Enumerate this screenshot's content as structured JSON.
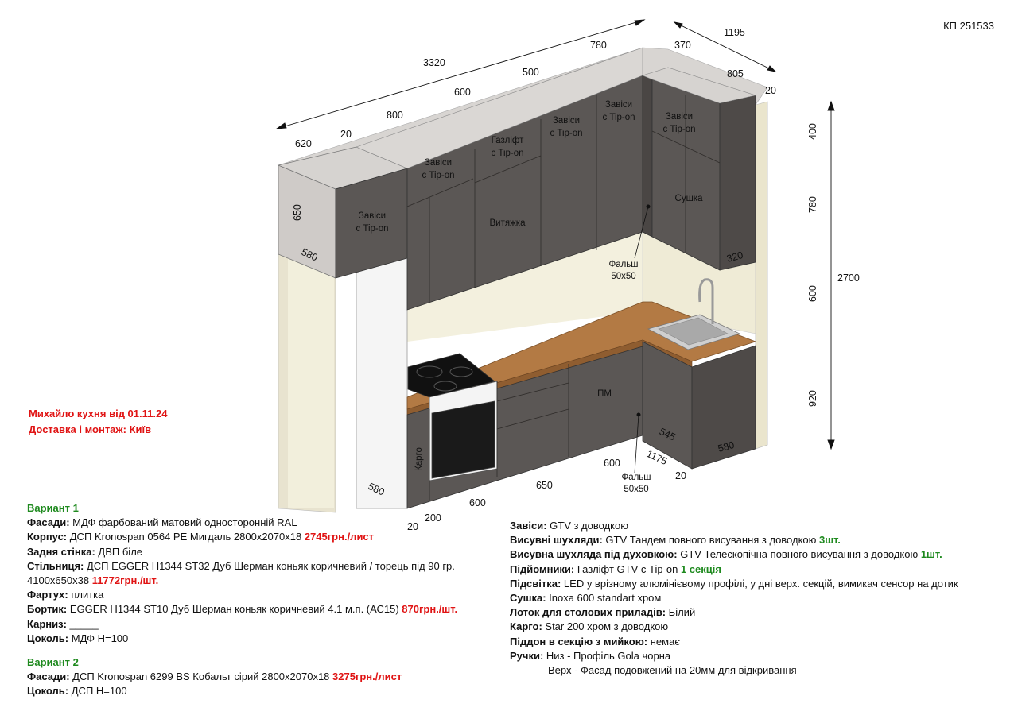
{
  "project_code": "КП 251533",
  "title": {
    "line1": "Михайло кухня від 01.11.24",
    "line2": "Доставка і монтаж: Київ"
  },
  "dimensions": {
    "d3320": "3320",
    "d780": "780",
    "d370": "370",
    "d1195": "1195",
    "d805": "805",
    "d20_top": "20",
    "d500": "500",
    "d600_top": "600",
    "d800": "800",
    "d20_left": "20",
    "d620": "620",
    "d650": "650",
    "d580_upper": "580",
    "d320": "320",
    "d400": "400",
    "d780_v": "780",
    "d600_v": "600",
    "d2700": "2700",
    "d920": "920",
    "d545": "545",
    "d1175": "1175",
    "d580_right": "580",
    "d600_bottom": "600",
    "d20_bottom_right": "20",
    "d650_bottom": "650",
    "d600_bottom2": "600",
    "d200": "200",
    "d20_bottom_left": "20",
    "d580_side": "580"
  },
  "labels": {
    "hinges1_a": "Завіси",
    "hinges1_b": "с Tip-on",
    "hinges2_a": "Завіси",
    "hinges2_b": "с Tip-on",
    "gas_a": "Газліфт",
    "gas_b": "с Tip-on",
    "hinges3_a": "Завіси",
    "hinges3_b": "с Tip-on",
    "hinges4_a": "Завіси",
    "hinges4_b": "с Tip-on",
    "hinges5_a": "Завіси",
    "hinges5_b": "с Tip-on",
    "hood": "Витяжка",
    "dryer": "Сушка",
    "filler_upper_a": "Фальш",
    "filler_upper_b": "50х50",
    "filler_lower_a": "Фальш",
    "filler_lower_b": "50х50",
    "dishwasher": "ПМ",
    "cargo": "Карго"
  },
  "variant1": {
    "header": "Вариант 1",
    "rows": [
      {
        "key": "Фасади:",
        "text": " МДФ фарбований матовий односторонній RAL",
        "price": ""
      },
      {
        "key": "Корпус:",
        "text": " ДСП Kronospan 0564 PE Мигдаль 2800х2070х18 ",
        "price": "2745грн./лист"
      },
      {
        "key": "Задня стінка:",
        "text": " ДВП біле",
        "price": ""
      },
      {
        "key": "Стільниця:",
        "text": " ДСП EGGER H1344 ST32 Дуб Шерман коньяк коричневий / торець під 90 гр.",
        "price": ""
      },
      {
        "key": "",
        "text": "4100х650х38 ",
        "price": "11772грн./шт."
      },
      {
        "key": "Фартух:",
        "text": " плитка",
        "price": ""
      },
      {
        "key": "Бортик:",
        "text": " EGGER H1344 ST10 Дуб Шерман коньяк коричневий 4.1 м.п. (АС15) ",
        "price": "870грн./шт."
      },
      {
        "key": "Карниз:",
        "text": " _____",
        "price": ""
      },
      {
        "key": "Цоколь:",
        "text": " МДФ Н=100",
        "price": ""
      }
    ]
  },
  "variant2": {
    "header": "Вариант 2",
    "rows": [
      {
        "key": "Фасади:",
        "text": " ДСП Kronospan 6299 BS Кобальт сірий 2800х2070х18 ",
        "price": "3275грн./лист"
      },
      {
        "key": "Цоколь:",
        "text": " ДСП Н=100",
        "price": ""
      }
    ]
  },
  "hardware": [
    {
      "key": "Завіси:",
      "text": " GTV з доводкою",
      "qty": ""
    },
    {
      "key": "Висувні шухляди:",
      "text": " GTV Тандем повного висування з доводкою ",
      "qty": "3шт."
    },
    {
      "key": "Висувна шухляда під духовкою:",
      "text": " GTV Телескопічна повного висування з доводкою ",
      "qty": "1шт."
    },
    {
      "key": "Підйомники:",
      "text": " Газліфт GTV с Tip-on ",
      "qty": "1 секція"
    },
    {
      "key": "Підсвітка:",
      "text": " LED у врізному алюмінієвому профілі, у дні верх. секцій, вимикач сенсор на дотик",
      "qty": ""
    },
    {
      "key": "Сушка:",
      "text": " Inoxa 600 standart хром",
      "qty": ""
    },
    {
      "key": "Лоток для столових приладів:",
      "text": " Білий",
      "qty": ""
    },
    {
      "key": "Карго:",
      "text": " Star 200 хром з доводкою",
      "qty": ""
    },
    {
      "key": "Піддон в секцію з мийкою:",
      "text": " немає",
      "qty": ""
    },
    {
      "key": "Ручки:",
      "text": " Низ - Профіль Gola чорна",
      "qty": ""
    }
  ],
  "handles_line2": "Верх - Фасад подовжений на 20мм для відкривання",
  "colors": {
    "facade": "#5b5755",
    "facade_dark": "#4a4644",
    "worktop": "#b37a44",
    "wall": "#f2efdc",
    "frame": "#222222",
    "price_red": "#e01414",
    "header_green": "#1f8a1f"
  }
}
